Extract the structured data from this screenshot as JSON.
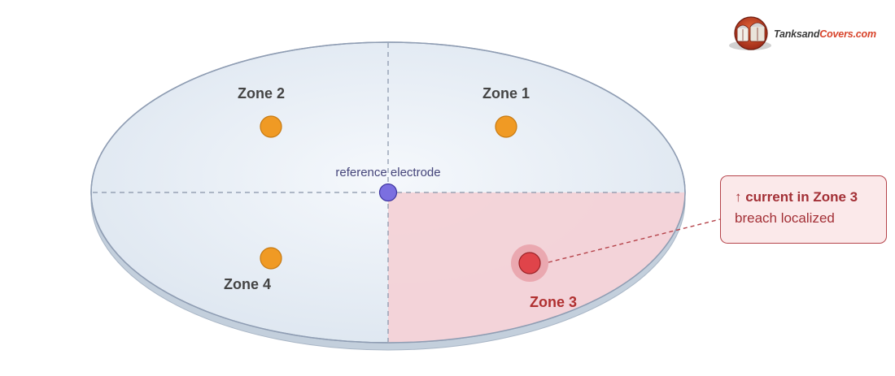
{
  "zones": {
    "zone1": "Zone 1",
    "zone2": "Zone 2",
    "zone3": "Zone 3",
    "zone4": "Zone 4"
  },
  "reference_electrode": "reference electrode",
  "callout": {
    "title": "↑ current in Zone 3",
    "subtitle": "breach localized"
  },
  "logo": {
    "brand": "TanksandCovers.com",
    "brand_part1": "Tanksand",
    "brand_part2": "Covers.com"
  },
  "colors": {
    "tank_fill": "#e6edf5",
    "tank_edge": "#8f9db3",
    "breach_zone_fill": "#f3d2d7",
    "electrode_orange": "#f09a24",
    "reference_electrode": "#7b6fe0",
    "breach_electrode": "#e0444a",
    "alert_red": "#b03030"
  }
}
